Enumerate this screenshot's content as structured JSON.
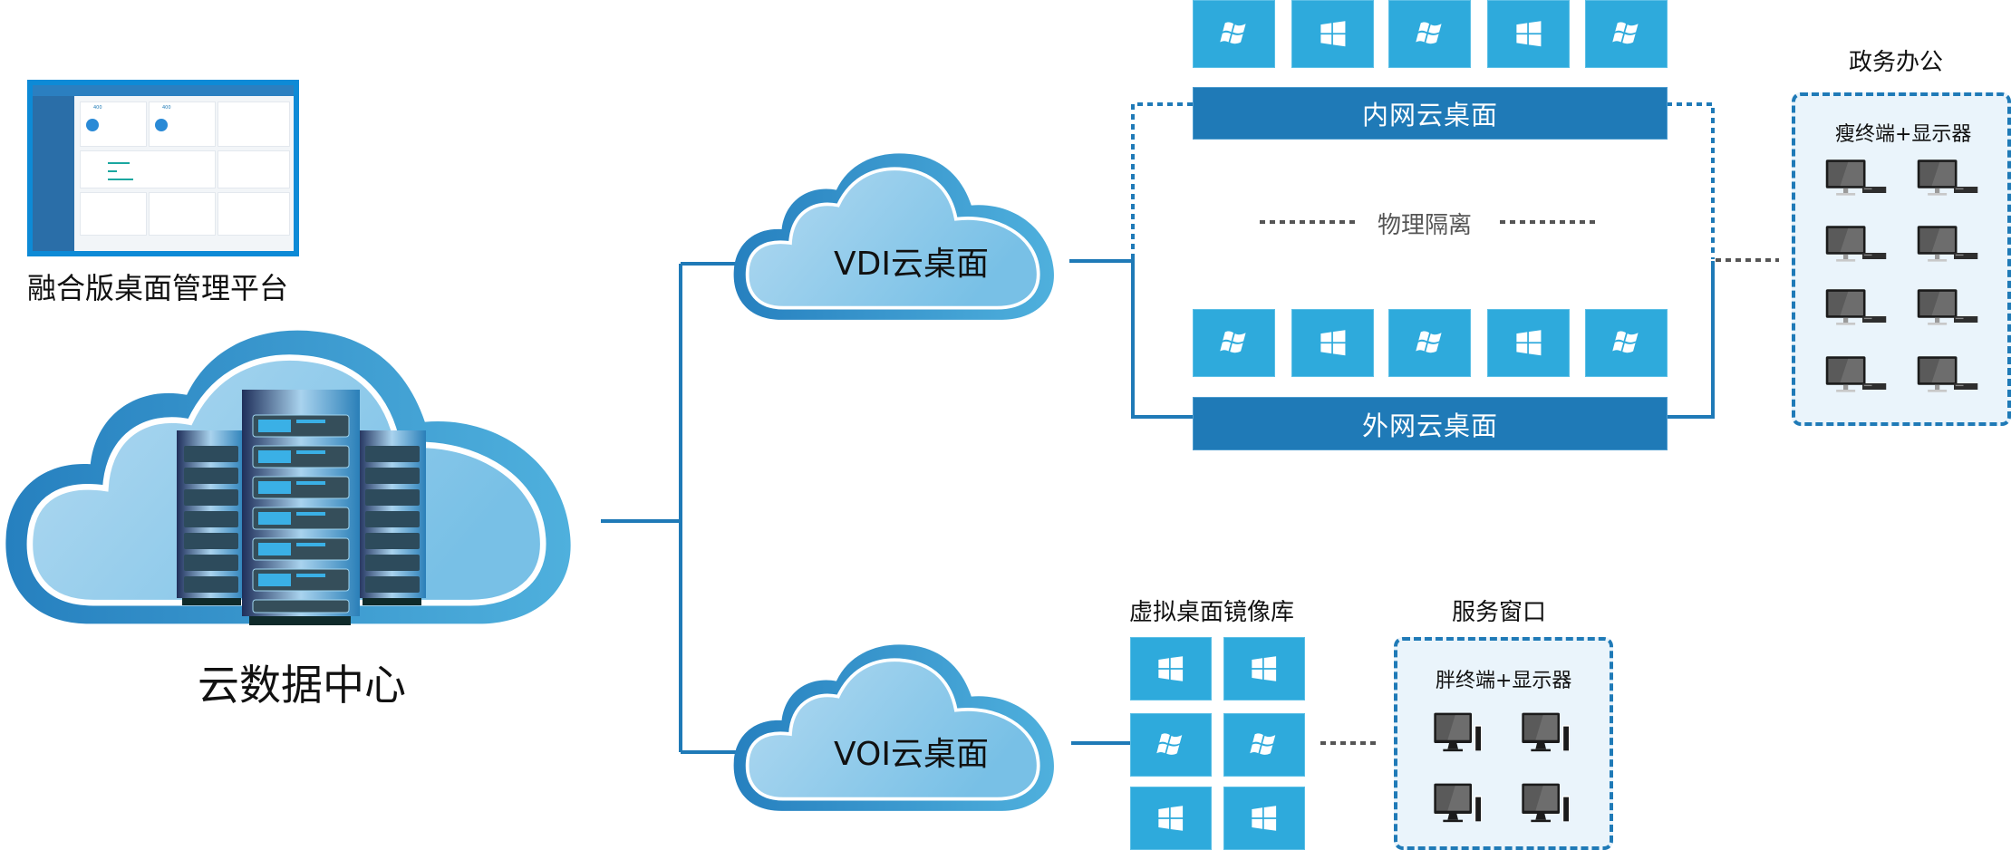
{
  "colors": {
    "tile": "#2eaadc",
    "bar": "#1f7ab7",
    "line": "#1f7ab7",
    "panel_bg": "#eaf4fb",
    "gray_dots": "#555555"
  },
  "management_platform": {
    "label": "融合版桌面管理平台",
    "thumbnail": {
      "stat_1": "400",
      "stat_2": "400"
    }
  },
  "data_center": {
    "label": "云数据中心",
    "icon": "server-rack-icon"
  },
  "vdi": {
    "label": "VDI云桌面",
    "intranet_bar": "内网云桌面",
    "extranet_bar": "外网云桌面",
    "isolation_label": "物理隔离",
    "intranet_tiles": [
      "windows-7-logo",
      "windows-10-logo",
      "windows-7-logo",
      "windows-10-logo",
      "windows-7-logo"
    ],
    "extranet_tiles": [
      "windows-7-logo",
      "windows-10-logo",
      "windows-7-logo",
      "windows-10-logo",
      "windows-7-logo"
    ]
  },
  "gov_office": {
    "title": "政务办公",
    "subtitle": "瘦终端+显示器",
    "device_count": 8,
    "device_icon": "thin-client-monitor-icon"
  },
  "voi": {
    "label": "VOI云桌面",
    "image_library_title": "虚拟桌面镜像库",
    "image_tiles": [
      "windows-10-logo",
      "windows-10-logo",
      "windows-7-logo",
      "windows-7-logo",
      "windows-10-logo",
      "windows-10-logo"
    ]
  },
  "service_window": {
    "title": "服务窗口",
    "subtitle": "胖终端+显示器",
    "device_count": 4,
    "device_icon": "fat-client-monitor-icon"
  }
}
